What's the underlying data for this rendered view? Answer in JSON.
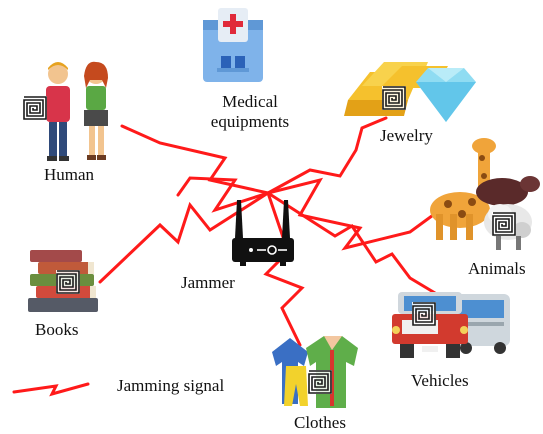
{
  "labels": {
    "medical_line1": "Medical",
    "medical_line2": "equipments",
    "jewelry": "Jewelry",
    "human": "Human",
    "animals": "Animals",
    "books": "Books",
    "jammer": "Jammer",
    "vehicles": "Vehicles",
    "clothes": "Clothes",
    "legend_signal": "Jamming signal"
  },
  "icons": {
    "medical": "hospital-icon",
    "jewelry": "gold-bar-and-diamond-icon",
    "human": "people-icon",
    "animals": "giraffe-and-sheep-icon",
    "books": "book-stack-icon",
    "jammer": "router-icon",
    "vehicles": "truck-and-bus-icon",
    "clothes": "clothes-icon",
    "tag": "rfid-tag-icon"
  },
  "colors": {
    "signal": "#ff1a1a",
    "tag": "#1a1a1a"
  }
}
